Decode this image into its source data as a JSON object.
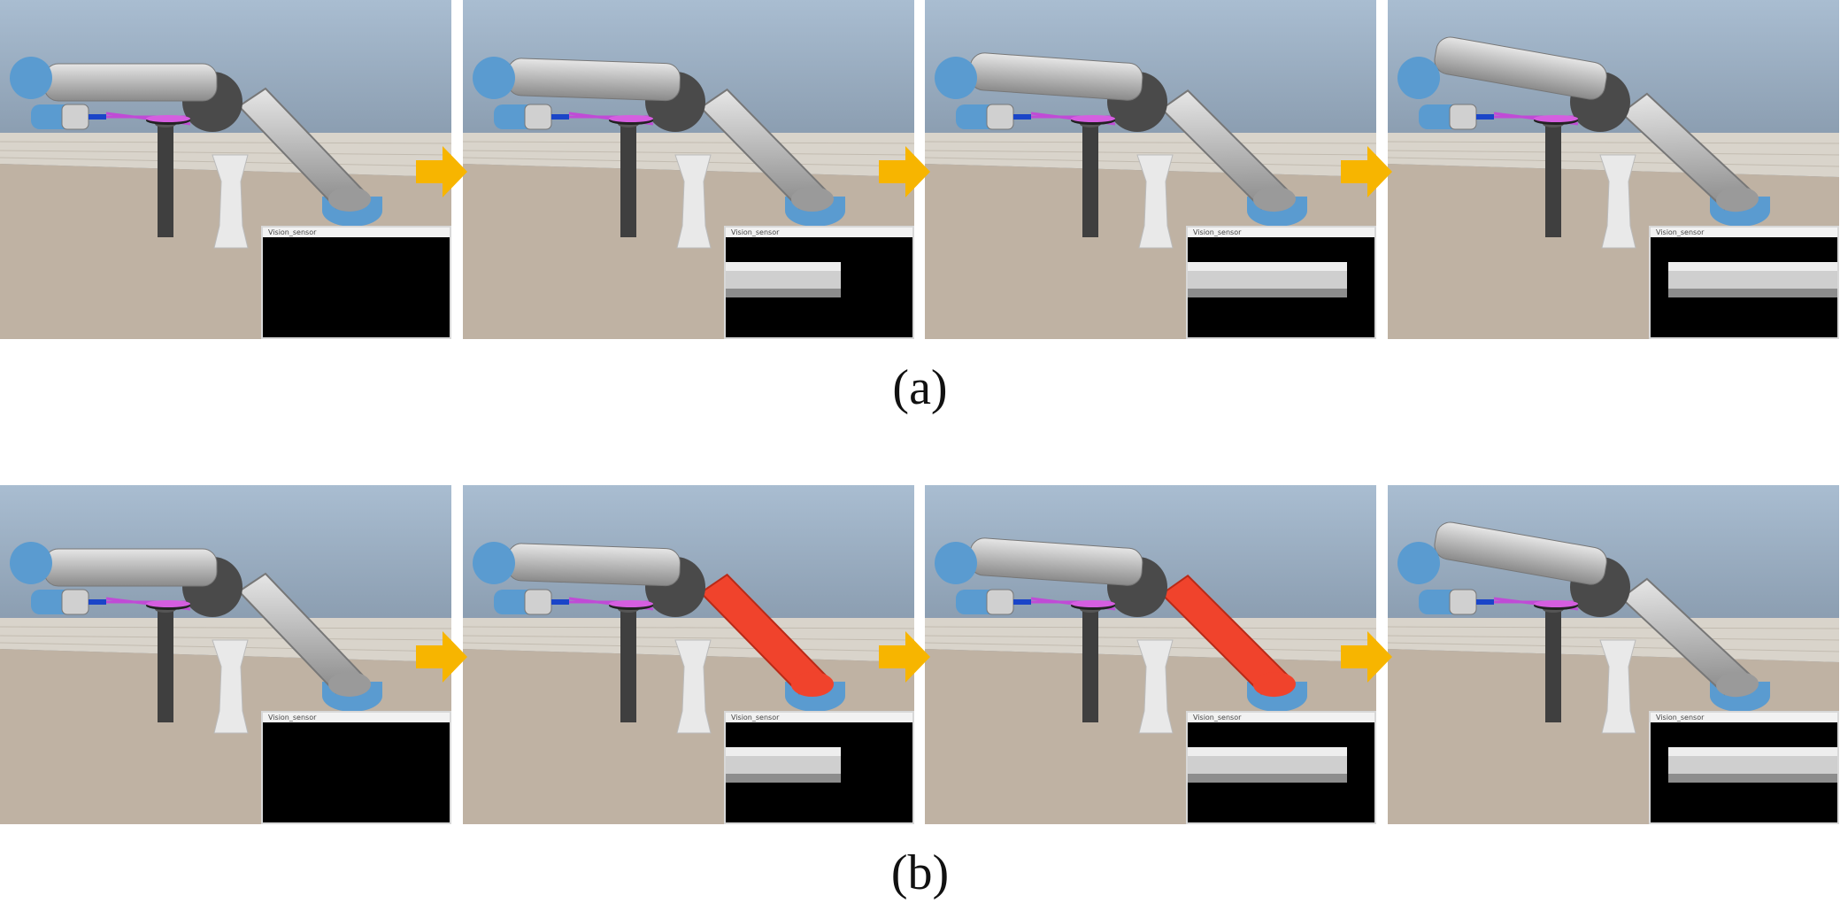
{
  "figure": {
    "captions": {
      "a": "(a)",
      "b": "(b)"
    },
    "sensor_window_title": "Vision_sensor",
    "colors": {
      "arrow": "#F7B500",
      "highlight_link": "#F0432C",
      "robot_gray": "#B8B8B8",
      "robot_joint_dark": "#4A4A4A",
      "robot_blue": "#5A9BD0",
      "sky_top": "#A9BDD1",
      "sky_bottom": "#5E6E80",
      "floor": "#BFB2A3",
      "tiles": "#D9D4CB"
    },
    "rows": [
      {
        "id": "a",
        "panels": [
          {
            "highlight": false
          },
          {
            "highlight": false
          },
          {
            "highlight": false
          },
          {
            "highlight": false
          }
        ]
      },
      {
        "id": "b",
        "panels": [
          {
            "highlight": false
          },
          {
            "highlight": true
          },
          {
            "highlight": true
          },
          {
            "highlight": false
          }
        ]
      }
    ],
    "icons": [
      "arrow-right-icon"
    ]
  }
}
